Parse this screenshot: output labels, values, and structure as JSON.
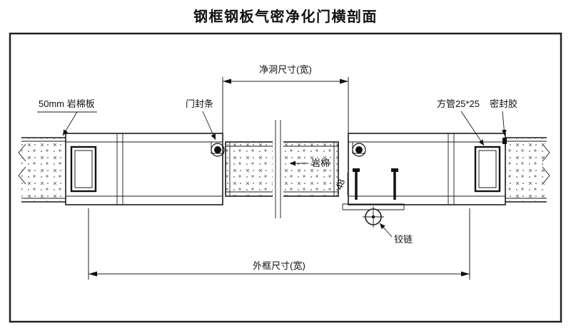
{
  "page": {
    "title": "钢框钢板气密净化门横剖面"
  },
  "labels": {
    "rockwool_panel": "50mm 岩棉板",
    "door_seal": "门封条",
    "clear_width": "净洞尺寸(宽)",
    "square_tube": "方管25*25",
    "sealant": "密封胶",
    "rockwool": "岩棉",
    "hinge": "铰链",
    "outer_width": "外框尺寸(宽)",
    "gap_48": "48"
  },
  "colors": {
    "line": "#1a1a1a",
    "background": "#ffffff"
  }
}
